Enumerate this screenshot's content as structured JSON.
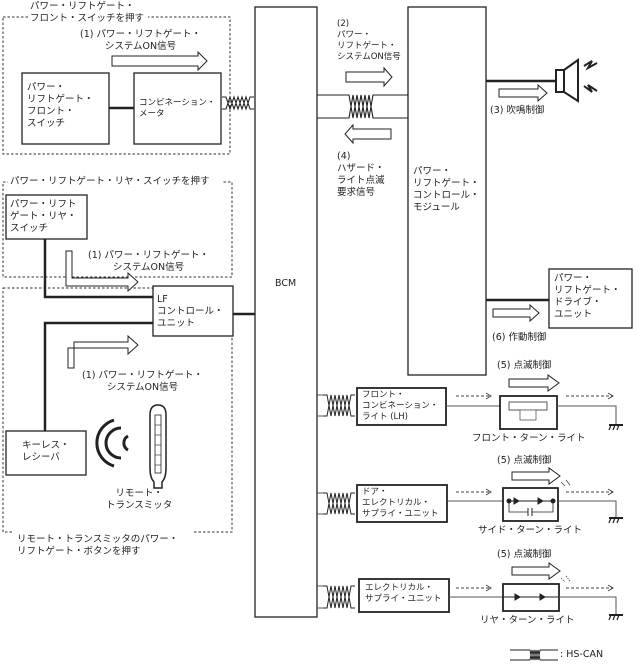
{
  "diagram": {
    "title": "Power liftgate system wiring / signal flow",
    "zones": {
      "front_switch": "パワー・リフトゲート・\nフロント・スイッチを押す",
      "rear_switch": "パワー・リフトゲート・リヤ・スイッチを押す",
      "remote": "リモート・トランスミッタのパワー・\nリフトゲート・ボタンを押す"
    },
    "components": {
      "bcm": "BCM",
      "front_switch": "パワー・\nリフトゲート・\nフロント・\nスイッチ",
      "combination_meter": "コンビネーション・\nメータ",
      "rear_switch": "パワー・リフト\nゲート・リヤ・\nスイッチ",
      "lf_control_unit": "LF\nコントロール・\nユニット",
      "keyless_receiver": "キーレス・\nレシーバ",
      "remote_transmitter": "リモート・\nトランスミッタ",
      "plcm": "パワー・\nリフトゲート・\nコントロール・\nモジュール",
      "drive_unit": "パワー・\nリフトゲート・\nドライブ・\nユニット",
      "front_combination_light": "フロント・\nコンビネーション・\nライト (LH)",
      "door_esu": "ドア・\nエレクトリカル・\nサプライ・ユニット",
      "esu": "エレクトリカル・\nサプライ・ユニット",
      "front_turn_light": "フロント・ターン・ライト",
      "side_turn_light": "サイド・ターン・ライト",
      "rear_turn_light": "リヤ・ターン・ライト"
    },
    "signals": {
      "s1_front": "(1) パワー・リフトゲート・\nシステムON信号",
      "s1_rear": "(1) パワー・リフトゲート・\nシステムON信号",
      "s1_remote": "(1) パワー・リフトゲート・\nシステムON信号",
      "s2": "(2)\nパワー・\nリフトゲート・\nシステムON信号",
      "s3": "(3) 吹鳴制御",
      "s4": "(4)\nハザード・\nライト点滅\n要求信号",
      "s5_front": "(5) 点滅制御",
      "s5_side": "(5) 点滅制御",
      "s5_rear": "(5) 点滅制御",
      "s6": "(6) 作動制御"
    },
    "legend": {
      "hs_can": ": HS-CAN"
    },
    "icons": {
      "buzzer": "speaker-icon",
      "remote": "key-fob-icon",
      "radio_waves": "radio-waves-icon",
      "ground": "ground-icon",
      "twisted_pair": "twisted-pair-icon"
    }
  }
}
